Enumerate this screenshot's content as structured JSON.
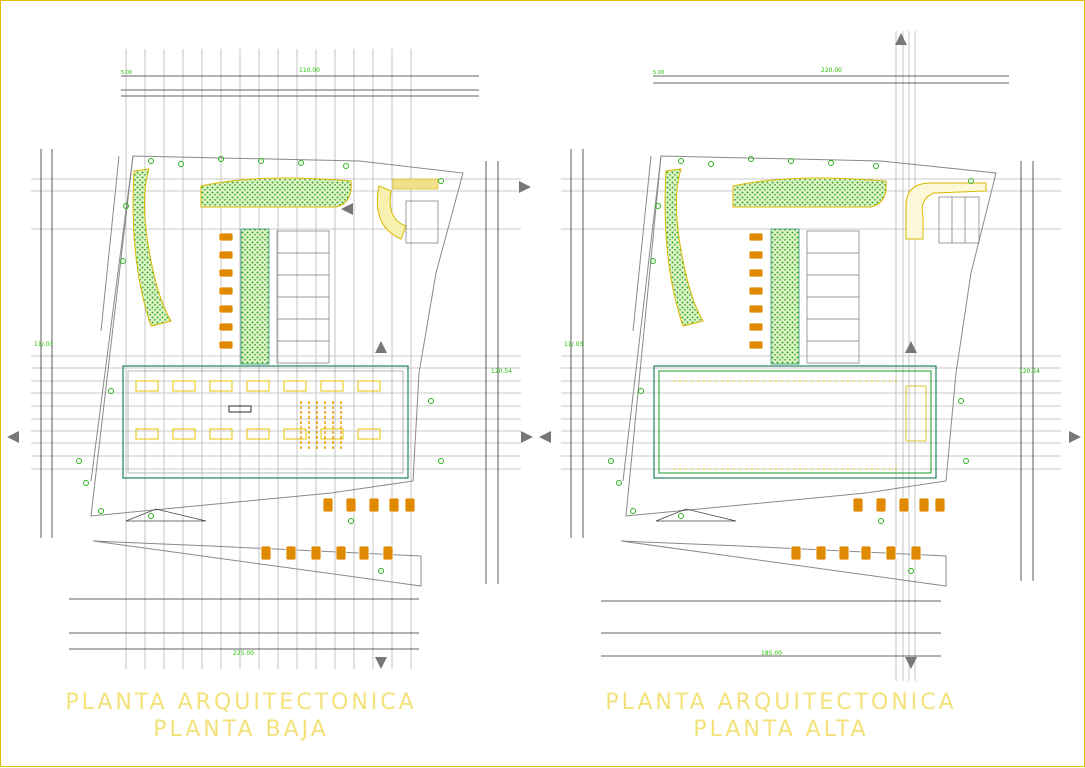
{
  "drawing": {
    "left_plan": {
      "title_line1": "PLANTA ARQUITECTONICA",
      "title_line2": "PLANTA BAJA",
      "dim_labels": [
        "110.00",
        "11/.03",
        "120.54",
        "225.00",
        "5.00"
      ]
    },
    "right_plan": {
      "title_line1": "PLANTA ARQUITECTONICA",
      "title_line2": "PLANTA ALTA",
      "dim_labels": [
        "220.00",
        "11/.03",
        "120.54",
        "185.00",
        "5.00"
      ]
    }
  },
  "colors": {
    "background": "#ffffff",
    "linework": "#9a9a9a",
    "dimension_text": "#22c000",
    "vegetation": "#2fb020",
    "furniture": "#e8c400",
    "parking": "#e08a00",
    "title": "#f3e27a",
    "border": "#e0c000",
    "walls": "#2f8f6f"
  }
}
